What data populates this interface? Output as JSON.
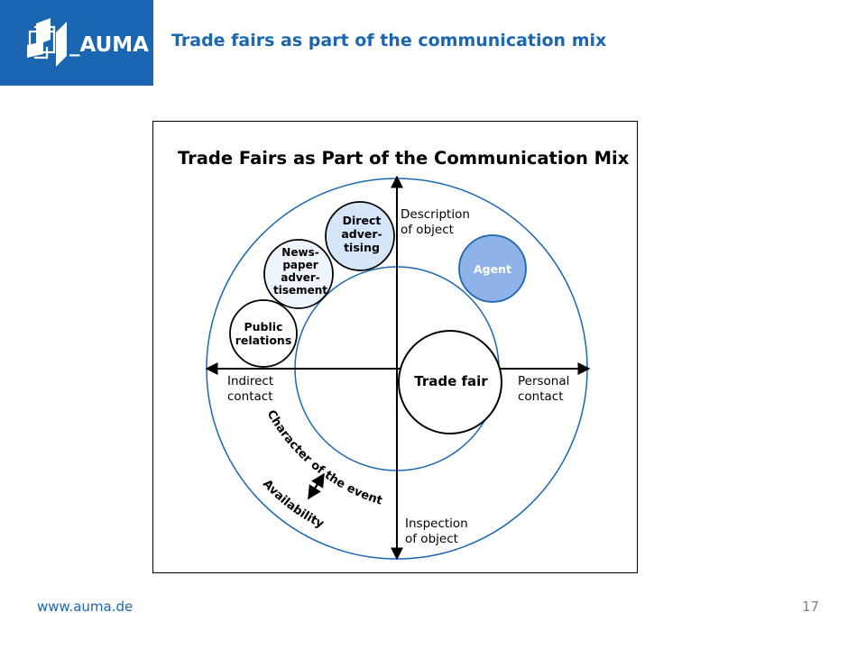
{
  "header": {
    "logo_text": "_AUMA",
    "title": "Trade fairs as part of the communication mix"
  },
  "diagram": {
    "title": "Trade Fairs as Part of the Communication Mix",
    "axes": {
      "top": [
        "Description",
        "of object"
      ],
      "bottom": [
        "Inspection",
        "of object"
      ],
      "left": [
        "Indirect",
        "contact"
      ],
      "right": [
        "Personal",
        "contact"
      ]
    },
    "nodes": {
      "direct_advertising": [
        "Direct",
        "adver-",
        "tising"
      ],
      "newspaper_advertisement": [
        "News-",
        "paper",
        "adver-",
        "tisement"
      ],
      "public_relations": [
        "Public",
        "relations"
      ],
      "agent": [
        "Agent"
      ],
      "trade_fair": [
        "Trade fair"
      ]
    },
    "arc_labels": {
      "inner": "Character of the event",
      "outer": "Availability"
    },
    "colors": {
      "circle_stroke": "#1a66b3",
      "light_fill": "#d6e6f9",
      "agent_fill": "#8eb3e8"
    }
  },
  "footer": {
    "url": "www.auma.de",
    "page": "17"
  }
}
